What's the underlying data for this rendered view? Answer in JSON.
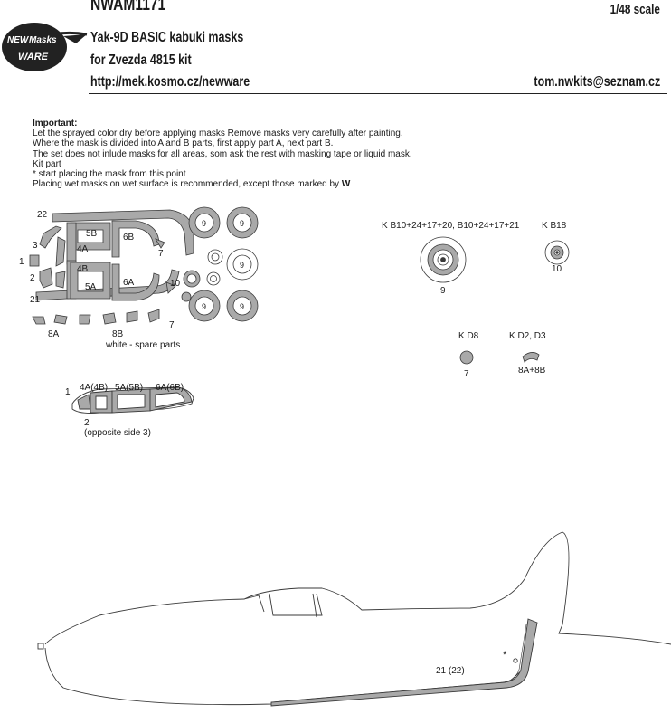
{
  "header": {
    "code": "NWAM1171",
    "scale": "1/48 scale",
    "subtitle": "Yak-9D BASIC kabuki masks",
    "kit": "for Zvezda 4815 kit",
    "url": "http://mek.kosmo.cz/newware",
    "email": "tom.nwkits@seznam.cz"
  },
  "logo": {
    "line1": "NEW",
    "line2": "Masks",
    "line3": "WARE"
  },
  "notes": {
    "heading": "Important:",
    "lines": [
      "Let the sprayed color dry before applying masks Remove masks very carefully after painting.",
      "Where the mask is divided into A and B parts, first apply part A, next part B.",
      "The set does not inlude masks for all areas, som ask the rest with masking tape or liquid mask.",
      "Kit part",
      "* start placing the mask from this point",
      "Placing wet masks on wet surface is recommended, except those marked by"
    ]
  },
  "sheet": {
    "numbers": {
      "n22": "22",
      "n3": "3",
      "n1": "1",
      "n2": "2",
      "n21": "21",
      "n5B": "5B",
      "n4A": "4A",
      "n4B": "4B",
      "n5A": "5A",
      "n6B": "6B",
      "n6A": "6A",
      "n7a": "7",
      "n7b": "7",
      "n10": "10",
      "n8A": "8A",
      "n8B": "8B",
      "w9a": "9",
      "w9b": "9",
      "w9c": "9",
      "w9d": "9",
      "w9e": "9"
    },
    "spare_note": "white - spare parts"
  },
  "kit_refs": {
    "k1_label": "K B10+24+17+20, B10+24+17+21",
    "k1_num": "9",
    "k2_label": "K B18",
    "k2_num": "10",
    "k3_label": "K D8",
    "k3_num": "7",
    "k4_label": "K D2, D3",
    "k4_num": "8A+8B"
  },
  "canopy": {
    "n1": "1",
    "n4": "4A(4B)",
    "n5": "5A(5B)",
    "n6": "6A(6B)",
    "n2": "2",
    "note": "(opposite side 3)"
  },
  "aircraft": {
    "label": "21 (22)",
    "star": "*"
  },
  "colors": {
    "mask_gray": "#a9a9a9",
    "outline": "#3a3a3a",
    "logo_dark": "#222222"
  }
}
